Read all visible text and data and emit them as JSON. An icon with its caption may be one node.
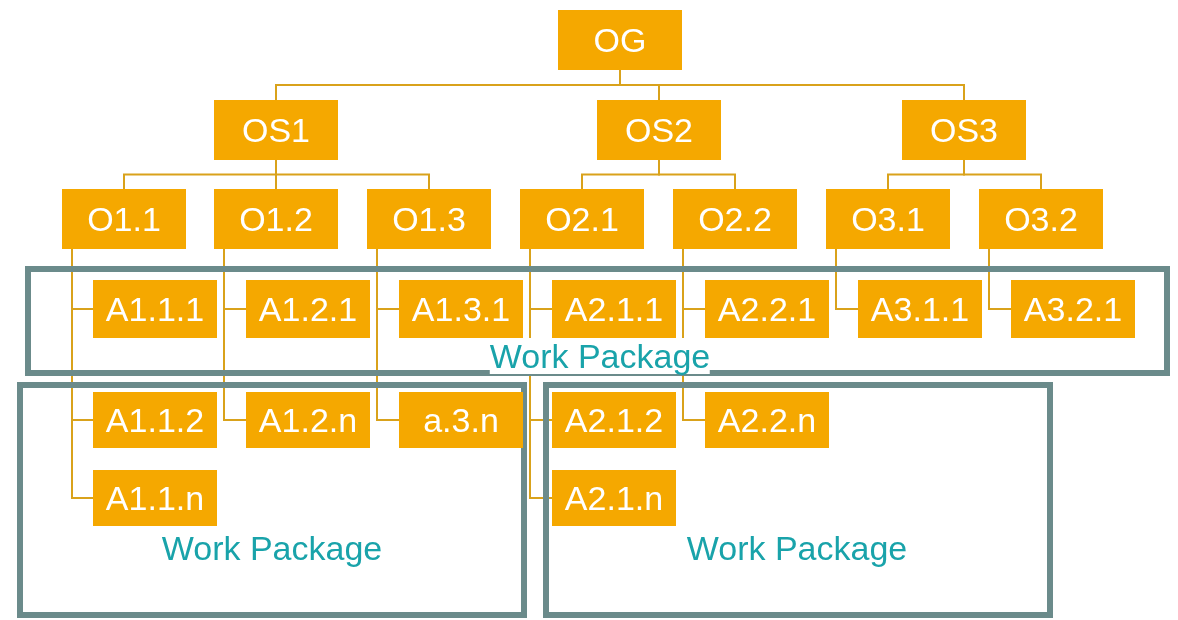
{
  "diagram": {
    "nodes": [
      {
        "text": [
          "OG"
        ]
      },
      {
        "text": [
          "OS1"
        ]
      },
      {
        "text": [
          "OS2"
        ]
      },
      {
        "text": [
          "OS3"
        ]
      },
      {
        "text": [
          "O1.1"
        ]
      },
      {
        "text": [
          "O1.2"
        ]
      },
      {
        "text": [
          "O1.3"
        ]
      },
      {
        "text": [
          "O2.1"
        ]
      },
      {
        "text": [
          "O2.2"
        ]
      },
      {
        "text": [
          "O3.1"
        ]
      },
      {
        "text": [
          "O3.2"
        ]
      },
      {
        "text": [
          "Work Package"
        ]
      },
      {
        "text": [
          "A1.1.1"
        ],
        "in": 11
      },
      {
        "text": [
          "A1.2.1"
        ],
        "in": 11
      },
      {
        "text": [
          "A1.3.1"
        ],
        "in": 11
      },
      {
        "text": [
          "A2.1.1"
        ],
        "in": 11
      },
      {
        "text": [
          "A2.2.1"
        ],
        "in": 11
      },
      {
        "text": [
          "A3.1.1"
        ],
        "in": 11
      },
      {
        "text": [
          "A3.2.1"
        ],
        "in": 11
      },
      {
        "text": [
          "Work Package"
        ]
      },
      {
        "text": [
          "A1.1.2"
        ],
        "in": 19
      },
      {
        "text": [
          "A1.2.n"
        ],
        "in": 19
      },
      {
        "text": [
          "a.3.n"
        ],
        "in": 19
      },
      {
        "text": [
          "A1.1.n"
        ],
        "in": 19
      },
      {
        "text": [
          "Work Package"
        ]
      },
      {
        "text": [
          "A2.1.2"
        ],
        "in": 24
      },
      {
        "text": [
          "A2.2.n"
        ],
        "in": 24
      },
      {
        "text": [
          "A2.1.n"
        ],
        "in": 24
      }
    ],
    "edges": [
      {
        "from": 0,
        "to": 1,
        "arrow": "none"
      },
      {
        "from": 0,
        "to": 2,
        "arrow": "none"
      },
      {
        "from": 0,
        "to": 3,
        "arrow": "none"
      },
      {
        "from": 1,
        "to": 4,
        "arrow": "none"
      },
      {
        "from": 1,
        "to": 5,
        "arrow": "none"
      },
      {
        "from": 1,
        "to": 6,
        "arrow": "none"
      },
      {
        "from": 2,
        "to": 7,
        "arrow": "none"
      },
      {
        "from": 2,
        "to": 8,
        "arrow": "none"
      },
      {
        "from": 3,
        "to": 9,
        "arrow": "none"
      },
      {
        "from": 3,
        "to": 10,
        "arrow": "none"
      },
      {
        "from": 4,
        "to": 12,
        "arrow": "none"
      },
      {
        "from": 4,
        "to": 20,
        "arrow": "none"
      },
      {
        "from": 4,
        "to": 23,
        "arrow": "none"
      },
      {
        "from": 5,
        "to": 13,
        "arrow": "none"
      },
      {
        "from": 5,
        "to": 21,
        "arrow": "none"
      },
      {
        "from": 6,
        "to": 14,
        "arrow": "none"
      },
      {
        "from": 6,
        "to": 22,
        "arrow": "none"
      },
      {
        "from": 7,
        "to": 15,
        "arrow": "none"
      },
      {
        "from": 7,
        "to": 25,
        "arrow": "none"
      },
      {
        "from": 7,
        "to": 27,
        "arrow": "none"
      },
      {
        "from": 8,
        "to": 16,
        "arrow": "none"
      },
      {
        "from": 8,
        "to": 26,
        "arrow": "none"
      },
      {
        "from": 9,
        "to": 17,
        "arrow": "none"
      },
      {
        "from": 10,
        "to": 18,
        "arrow": "none"
      }
    ]
  }
}
